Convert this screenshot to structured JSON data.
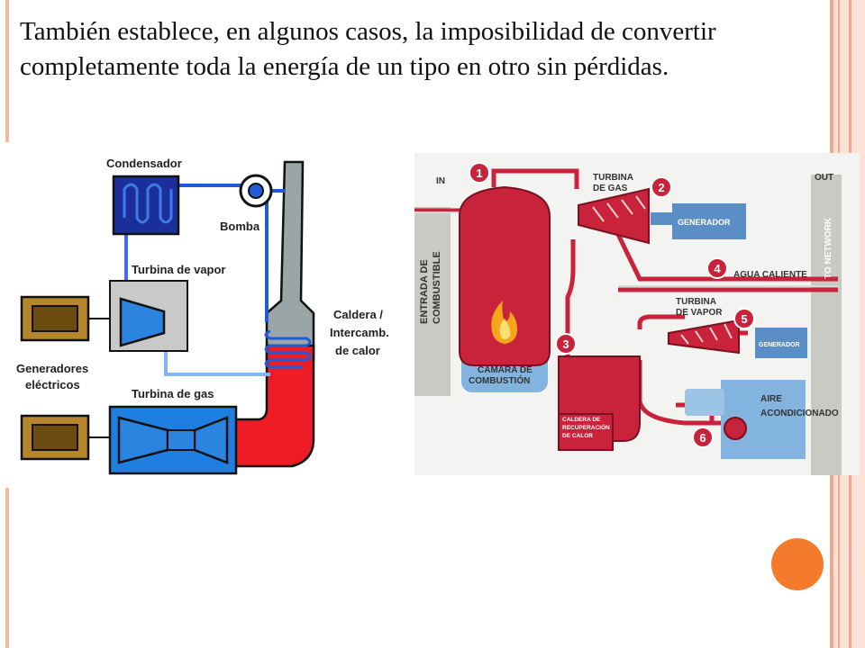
{
  "slide": {
    "text": "También establece, en algunos casos, la imposibilidad de convertir completamente toda la energía de un tipo en otro sin pérdidas.",
    "accent_color": "#f47a2c",
    "stripe_color": "#f2a88e"
  },
  "diagram_a": {
    "labels": {
      "condensador": "Condensador",
      "bomba": "Bomba",
      "turbina_vapor": "Turbina de vapor",
      "caldera": [
        "Caldera /",
        "Intercamb.",
        "de calor"
      ],
      "generadores": [
        "Generadores",
        "eléctricos"
      ],
      "turbina_gas": "Turbina de gas"
    }
  },
  "diagram_b": {
    "labels": {
      "in": "IN",
      "out": "OUT",
      "entrada": [
        "ENTRADA DE",
        "COMBUSTIBLE"
      ],
      "camara": [
        "CÁMARA DE",
        "COMBUSTIÓN"
      ],
      "turbina_gas": [
        "TURBINA",
        "DE GAS"
      ],
      "generador": "GENERADOR",
      "agua_caliente": "AGUA CALIENTE",
      "turbina_vapor": [
        "TURBINA",
        "DE VAPOR"
      ],
      "generador_small": "GENERADOR",
      "caldera": [
        "CALDERA DE",
        "RECUPERACIÓN",
        "DE CALOR"
      ],
      "aire": [
        "AIRE",
        "ACONDICIONADO"
      ],
      "network": "TO NETWORK"
    },
    "step_numbers": [
      "1",
      "2",
      "3",
      "4",
      "5",
      "6"
    ]
  }
}
